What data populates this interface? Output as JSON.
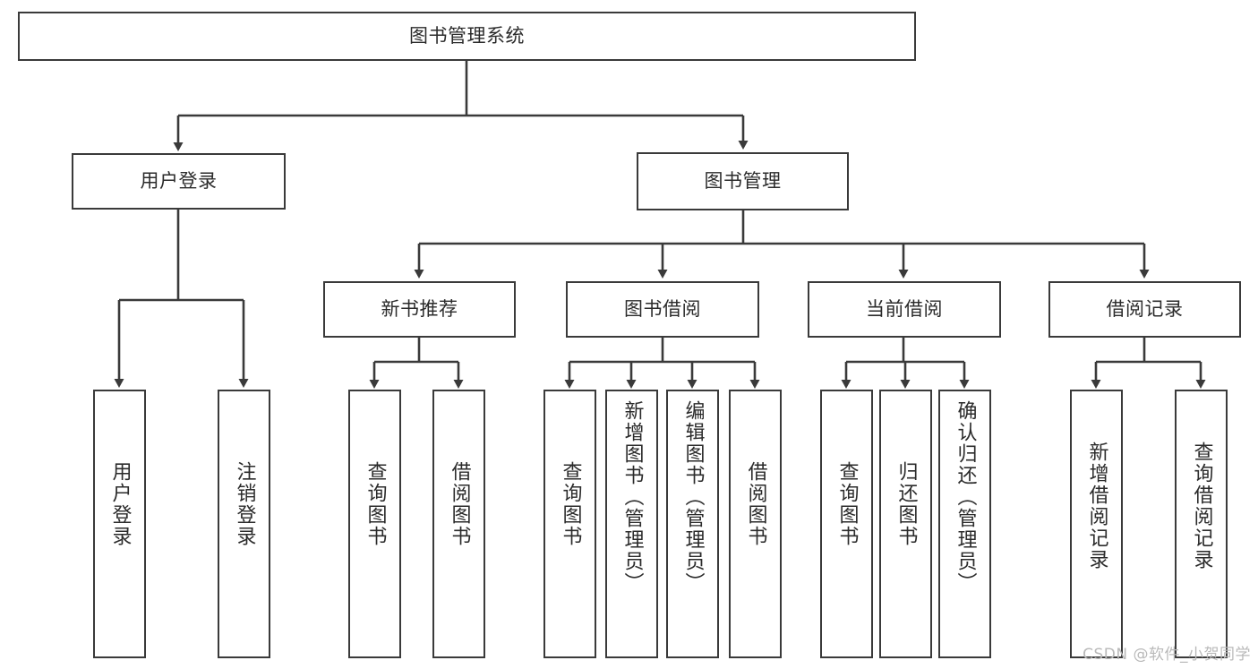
{
  "diagram": {
    "type": "tree-hierarchy",
    "title": "图书管理系统",
    "root": {
      "id": "root",
      "label": "图书管理系统"
    },
    "level1": [
      {
        "id": "user-login",
        "label": "用户登录"
      },
      {
        "id": "book-manage",
        "label": "图书管理"
      }
    ],
    "level2": [
      {
        "id": "new-book-rec",
        "label": "新书推荐",
        "parent": "book-manage"
      },
      {
        "id": "book-borrow",
        "label": "图书借阅",
        "parent": "book-manage"
      },
      {
        "id": "current-borrow",
        "label": "当前借阅",
        "parent": "book-manage"
      },
      {
        "id": "borrow-record",
        "label": "借阅记录",
        "parent": "book-manage"
      }
    ],
    "leaves": [
      {
        "id": "leaf-user-login",
        "label": "用户登录",
        "parent": "user-login"
      },
      {
        "id": "leaf-user-logout",
        "label": "注销登录",
        "parent": "user-login"
      },
      {
        "id": "leaf-query-book-1",
        "label": "查询图书",
        "parent": "new-book-rec"
      },
      {
        "id": "leaf-borrow-book-1",
        "label": "借阅图书",
        "parent": "new-book-rec"
      },
      {
        "id": "leaf-query-book-2",
        "label": "查询图书",
        "parent": "book-borrow"
      },
      {
        "id": "leaf-add-book",
        "label": "新增图书（管理员）",
        "parent": "book-borrow"
      },
      {
        "id": "leaf-edit-book",
        "label": "编辑图书（管理员）",
        "parent": "book-borrow"
      },
      {
        "id": "leaf-borrow-book-2",
        "label": "借阅图书",
        "parent": "book-borrow"
      },
      {
        "id": "leaf-query-book-3",
        "label": "查询图书",
        "parent": "current-borrow"
      },
      {
        "id": "leaf-return-book",
        "label": "归还图书",
        "parent": "current-borrow"
      },
      {
        "id": "leaf-confirm-return",
        "label": "确认归还（管理员）",
        "parent": "current-borrow"
      },
      {
        "id": "leaf-add-record",
        "label": "新增借阅记录",
        "parent": "borrow-record"
      },
      {
        "id": "leaf-query-record",
        "label": "查询借阅记录",
        "parent": "borrow-record"
      }
    ],
    "colors": {
      "box_border": "#3a3a3a",
      "box_fill": "#ffffff",
      "text": "#2b2b2b",
      "edge": "#3a3a3a",
      "watermark": "#b9b9b9"
    }
  },
  "watermark": {
    "text": "CSDN @软件_小贺同学"
  }
}
